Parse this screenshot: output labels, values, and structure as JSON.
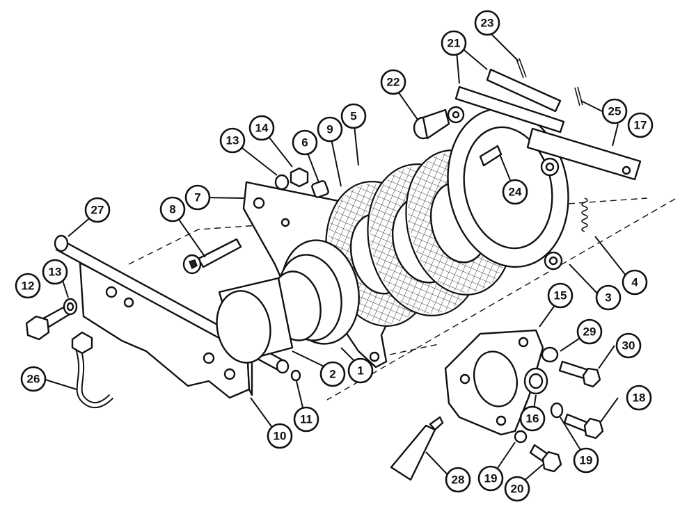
{
  "callouts": [
    {
      "id": "c1",
      "label": "1"
    },
    {
      "id": "c2",
      "label": "2"
    },
    {
      "id": "c3",
      "label": "3"
    },
    {
      "id": "c4",
      "label": "4"
    },
    {
      "id": "c5",
      "label": "5"
    },
    {
      "id": "c6",
      "label": "6"
    },
    {
      "id": "c7",
      "label": "7"
    },
    {
      "id": "c8",
      "label": "8"
    },
    {
      "id": "c9",
      "label": "9"
    },
    {
      "id": "c10",
      "label": "10"
    },
    {
      "id": "c11",
      "label": "11"
    },
    {
      "id": "c12",
      "label": "12"
    },
    {
      "id": "c13a",
      "label": "13"
    },
    {
      "id": "c13b",
      "label": "13"
    },
    {
      "id": "c14",
      "label": "14"
    },
    {
      "id": "c15",
      "label": "15"
    },
    {
      "id": "c16",
      "label": "16"
    },
    {
      "id": "c17",
      "label": "17"
    },
    {
      "id": "c18",
      "label": "18"
    },
    {
      "id": "c19a",
      "label": "19"
    },
    {
      "id": "c19b",
      "label": "19"
    },
    {
      "id": "c20",
      "label": "20"
    },
    {
      "id": "c21",
      "label": "21"
    },
    {
      "id": "c22",
      "label": "22"
    },
    {
      "id": "c23",
      "label": "23"
    },
    {
      "id": "c24",
      "label": "24"
    },
    {
      "id": "c25",
      "label": "25"
    },
    {
      "id": "c26",
      "label": "26"
    },
    {
      "id": "c27",
      "label": "27"
    },
    {
      "id": "c28",
      "label": "28"
    },
    {
      "id": "c29",
      "label": "29"
    },
    {
      "id": "c30",
      "label": "30"
    }
  ]
}
